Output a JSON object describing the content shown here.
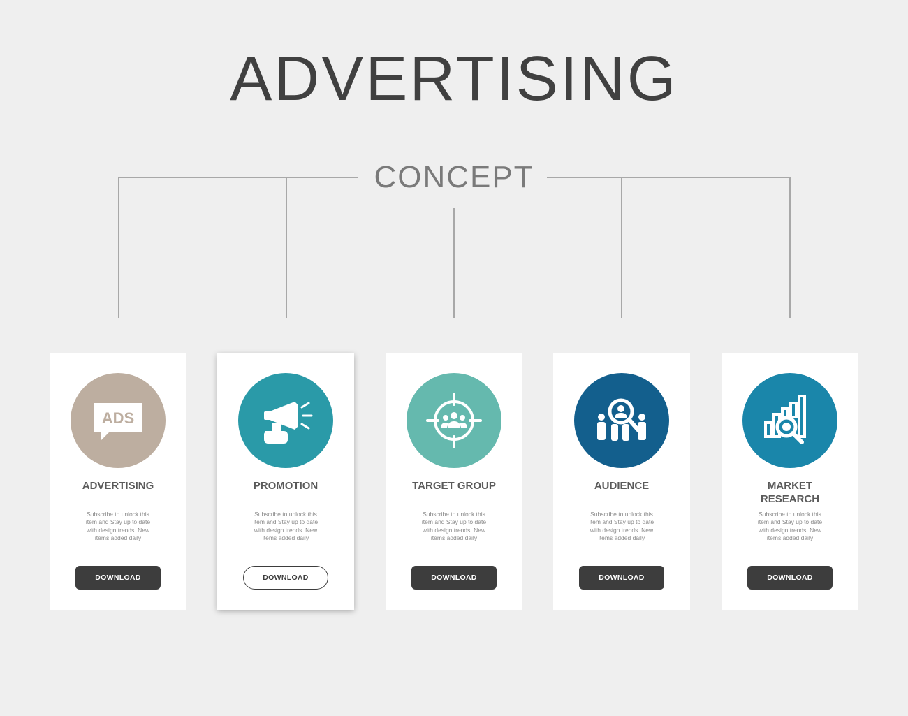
{
  "title": "ADVERTISING",
  "subtitle": "CONCEPT",
  "colors": {
    "background": "#efefef",
    "connector": "#a8a8a8",
    "button_dark": "#3d3d3d"
  },
  "cards": [
    {
      "title": "ADVERTISING",
      "icon": "ads-speech-bubble-icon",
      "color": "#bdaea0",
      "text": "Subscribe to unlock this item and Stay up to date with design trends. New items added daily",
      "button": "DOWNLOAD"
    },
    {
      "title": "PROMOTION",
      "icon": "megaphone-hand-icon",
      "color": "#2a9aa8",
      "text": "Subscribe to unlock this item and Stay up to date with design trends. New items added daily",
      "button": "DOWNLOAD"
    },
    {
      "title": "TARGET GROUP",
      "icon": "target-group-crosshair-icon",
      "color": "#65b9ae",
      "text": "Subscribe to unlock this item and Stay up to date with design trends. New items added daily",
      "button": "DOWNLOAD"
    },
    {
      "title": "AUDIENCE",
      "icon": "audience-magnifier-icon",
      "color": "#135f8d",
      "text": "Subscribe to unlock this item and Stay up to date with design trends. New items added daily",
      "button": "DOWNLOAD"
    },
    {
      "title": "MARKET RESEARCH",
      "icon": "market-research-chart-icon",
      "color": "#1a86aa",
      "text": "Subscribe to unlock this item and Stay up to date with design trends. New items added daily",
      "button": "DOWNLOAD"
    }
  ]
}
